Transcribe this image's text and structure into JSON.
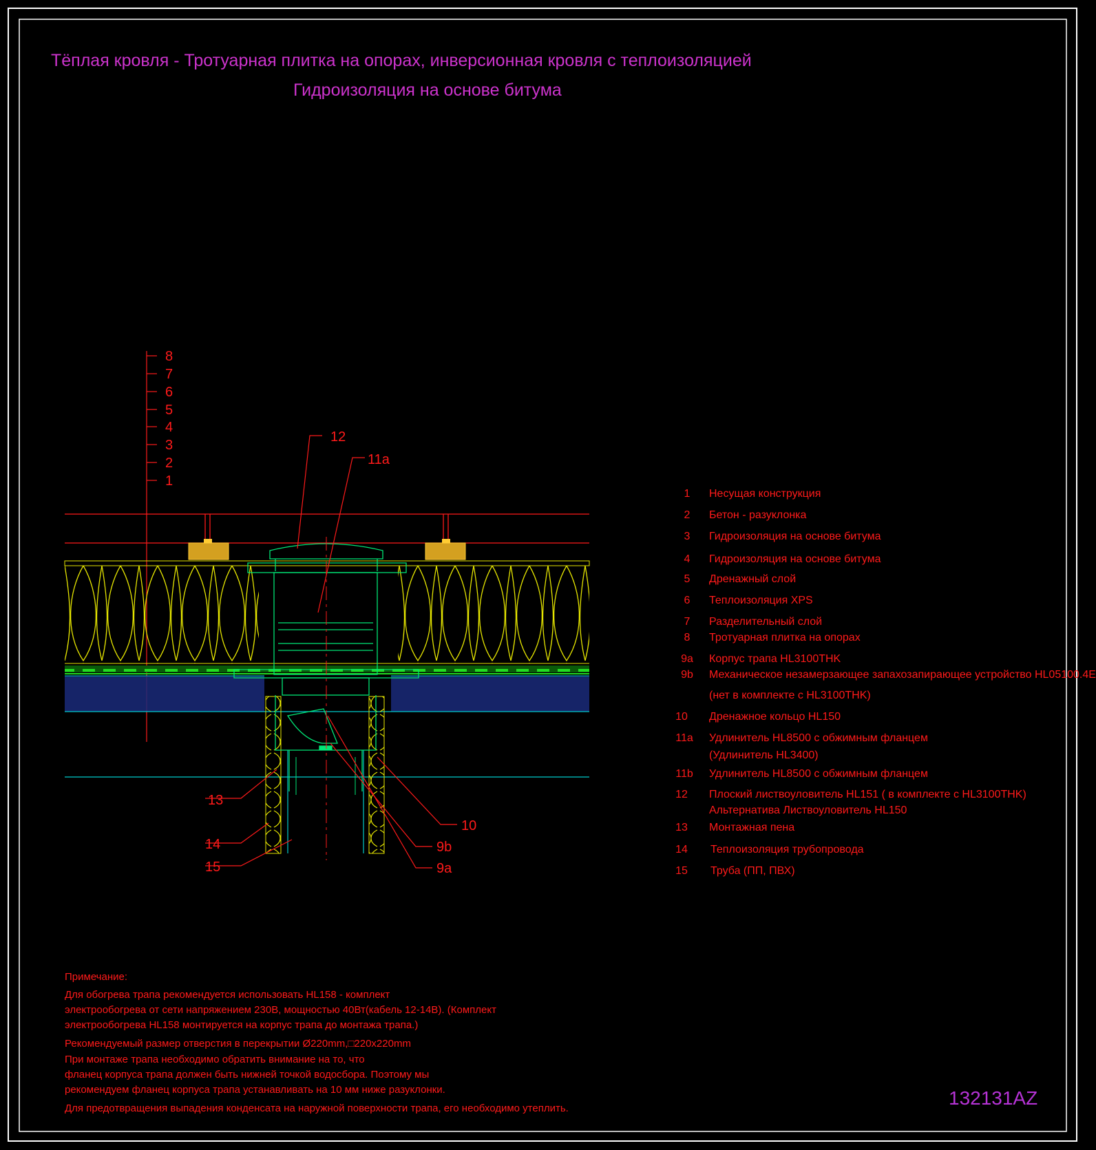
{
  "title": {
    "line1": "Тёплая кровля - Тротуарная плитка на опорах, инверсионная кровля с теплоизоляцией",
    "line2": "Гидроизоляция на основе битума"
  },
  "layer_scale": [
    "8",
    "7",
    "6",
    "5",
    "4",
    "3",
    "2",
    "1"
  ],
  "callouts": {
    "c12": "12",
    "c11a": "11a",
    "c13": "13",
    "c14": "14",
    "c15": "15",
    "c10": "10",
    "c9b": "9b",
    "c9a": "9a"
  },
  "legend": [
    {
      "num": "1",
      "text": "Несущая конструкция"
    },
    {
      "num": "2",
      "text": "Бетон - разуклонка"
    },
    {
      "num": "3",
      "text": "Гидроизоляция на основе битума"
    },
    {
      "num": "4",
      "text": "Гидроизоляция на основе битума"
    },
    {
      "num": "5",
      "text": "Дренажный слой"
    },
    {
      "num": "6",
      "text": "Теплоизоляция XPS"
    },
    {
      "num": "7",
      "text": "Разделительный слой"
    },
    {
      "num": "8",
      "text": "Тротуарная плитка на опорах"
    },
    {
      "num": "9a",
      "text": "Корпус трапа HL3100THK"
    },
    {
      "num": "9b",
      "text": "Механическое незамерзающее запахозапирающее устройство HL05100.4E"
    },
    {
      "num": "",
      "text": "(нет в комплекте с HL3100THK)"
    },
    {
      "num": "10",
      "text": "Дренажное кольцо HL150"
    },
    {
      "num": "11a",
      "text": "Удлинитель HL8500 с обжимным фланцем"
    },
    {
      "num": "",
      "text": "(Удлинитель HL3400)"
    },
    {
      "num": "11b",
      "text": "Удлинитель HL8500 с обжимным фланцем"
    },
    {
      "num": "12",
      "text": "Плоский листвоуловитель HL151 ( в комплекте с HL3100THK)"
    },
    {
      "num": "",
      "text": "Альтернатива Листвоуловитель HL150"
    },
    {
      "num": "13",
      "text": "Монтажная пена"
    },
    {
      "num": "14",
      "text": "Теплоизоляция трубопровода"
    },
    {
      "num": "15",
      "text": "Труба (ПП, ПВХ)"
    }
  ],
  "notes": {
    "heading": "Примечание:",
    "lines": [
      "Для обогрева трапа рекомендуется использовать HL158 - комплект",
      "электрообогрева от сети напряжением 230В, мощностью 40Вт(кабель 12-14В). (Комплект",
      "электрообогрева HL158 монтируется на корпус трапа до монтажа трапа.)",
      "Рекомендуемый размер отверстия в перекрытии Ø220mm,□220x220mm",
      "При монтаже трапа необходимо обратить внимание на то, что",
      "фланец корпуса трапа должен быть нижней точкой водосбора. Поэтому мы",
      "рекомендуем фланец корпуса трапа устанавливать на 10 мм ниже разуклонки.",
      "Для предотвращения выпадения конденсата на наружной поверхности трапа, его необходимо утеплить."
    ]
  },
  "drawing_code": "132131AZ",
  "colors": {
    "background": "#000000",
    "frame": "#ffffff",
    "title": "#cc33cc",
    "text": "#ff1a1a",
    "insulation": "#e6e600",
    "membrane": "#22dd22",
    "concrete": "#1a2a7a",
    "drain": "#00e676",
    "cyan": "#00cccc"
  }
}
